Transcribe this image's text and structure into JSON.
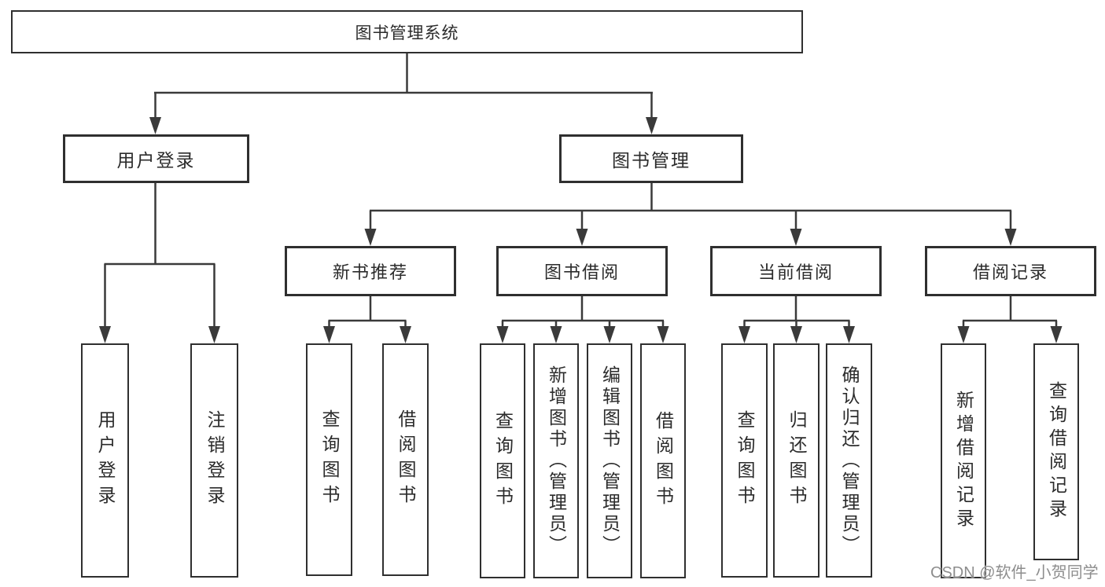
{
  "diagram_title": "图书管理系统",
  "nodes": {
    "root": "图书管理系统",
    "user_login": "用户登录",
    "book_mgmt": "图书管理",
    "new_book_rec": "新书推荐",
    "book_borrow": "图书借阅",
    "current_borrow": "当前借阅",
    "borrow_records": "借阅记录",
    "leaf_user_login": "用户登录",
    "leaf_logout": "注销登录",
    "leaf_rec_query": "查询图书",
    "leaf_rec_borrow": "借阅图书",
    "leaf_bb_query": "查询图书",
    "leaf_bb_add": "新增图书（管理员）",
    "leaf_bb_edit": "编辑图书（管理员）",
    "leaf_bb_borrow": "借阅图书",
    "leaf_cb_query": "查询图书",
    "leaf_cb_return": "归还图书",
    "leaf_cb_confirm": "确认归还（管理员）",
    "leaf_br_add": "新增借阅记录",
    "leaf_br_query": "查询借阅记录"
  },
  "hierarchy": {
    "id": "root",
    "children": [
      {
        "id": "user_login",
        "children": [
          {
            "id": "leaf_user_login"
          },
          {
            "id": "leaf_logout"
          }
        ]
      },
      {
        "id": "book_mgmt",
        "children": [
          {
            "id": "new_book_rec",
            "children": [
              {
                "id": "leaf_rec_query"
              },
              {
                "id": "leaf_rec_borrow"
              }
            ]
          },
          {
            "id": "book_borrow",
            "children": [
              {
                "id": "leaf_bb_query"
              },
              {
                "id": "leaf_bb_add"
              },
              {
                "id": "leaf_bb_edit"
              },
              {
                "id": "leaf_bb_borrow"
              }
            ]
          },
          {
            "id": "current_borrow",
            "children": [
              {
                "id": "leaf_cb_query"
              },
              {
                "id": "leaf_cb_return"
              },
              {
                "id": "leaf_cb_confirm"
              }
            ]
          },
          {
            "id": "borrow_records",
            "children": [
              {
                "id": "leaf_br_add"
              },
              {
                "id": "leaf_br_query"
              }
            ]
          }
        ]
      }
    ]
  },
  "watermark": {
    "text": "CSDN @软件_小贺同学"
  },
  "colors": {
    "background": "#ffffff",
    "box_border": "#2f2f2f",
    "line": "#3a3a3a",
    "text": "#2b2b2b",
    "watermark": "#8d8d8d"
  }
}
